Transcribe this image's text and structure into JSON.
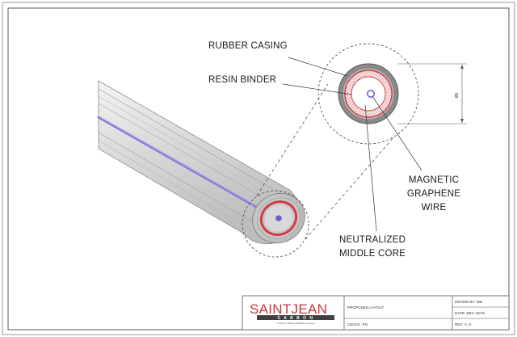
{
  "labels": {
    "rubber_casing": "RUBBER CASING",
    "resin_binder": "RESIN BINDER",
    "magnetic_line1": "MAGNETIC",
    "magnetic_line2": "GRAPHENE",
    "magnetic_line3": "WIRE",
    "neutralized_line1": "NEUTRALIZED",
    "neutralized_line2": "MIDDLE CORE",
    "dimension": "Ø6"
  },
  "title_block": {
    "brand_top": "SAINTJEAN",
    "brand_sub": "C A R B O N",
    "brand_tagline": "A SAINT JEAN CARBON company",
    "proposed": "PROPOSED LAYOUT",
    "checked": "CEHCK. PO",
    "drawn_by": "DRAWN BY: MD",
    "date": "DATE: DEC 22/15",
    "rev": "REV: V_0"
  },
  "colors": {
    "brand_red": "#c8373f",
    "brand_dark": "#3f3f3f",
    "core_purple": "#6f5fd0",
    "casing_gray": "#8a8a8a",
    "resin_red": "#d23a44"
  }
}
